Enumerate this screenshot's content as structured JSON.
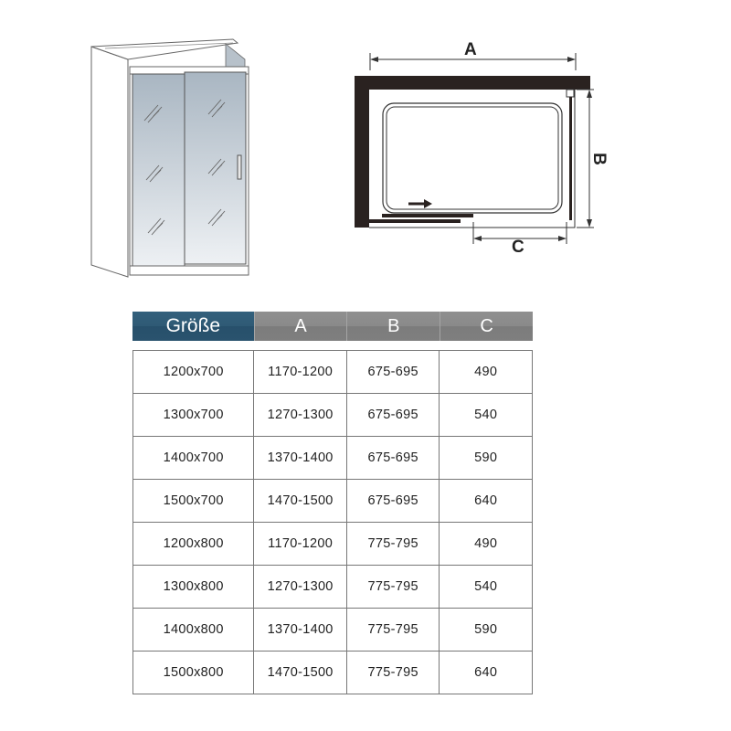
{
  "diagram": {
    "perspective_view": "sliding shower door enclosure with two glass panels and handle",
    "plan_view": {
      "dimension_labels": {
        "a": "A",
        "b": "B",
        "c": "C"
      },
      "arrow_direction": "right"
    }
  },
  "table": {
    "headers": [
      "Größe",
      "A",
      "B",
      "C"
    ],
    "rows": [
      [
        "1200x700",
        "1170-1200",
        "675-695",
        "490"
      ],
      [
        "1300x700",
        "1270-1300",
        "675-695",
        "540"
      ],
      [
        "1400x700",
        "1370-1400",
        "675-695",
        "590"
      ],
      [
        "1500x700",
        "1470-1500",
        "675-695",
        "640"
      ],
      [
        "1200x800",
        "1170-1200",
        "775-795",
        "490"
      ],
      [
        "1300x800",
        "1270-1300",
        "775-795",
        "540"
      ],
      [
        "1400x800",
        "1370-1400",
        "775-795",
        "590"
      ],
      [
        "1500x800",
        "1470-1500",
        "775-795",
        "640"
      ]
    ]
  },
  "colors": {
    "header_primary": "#2d5873",
    "header_secondary": "#858585",
    "grid_line": "#777777",
    "text": "#222222"
  }
}
